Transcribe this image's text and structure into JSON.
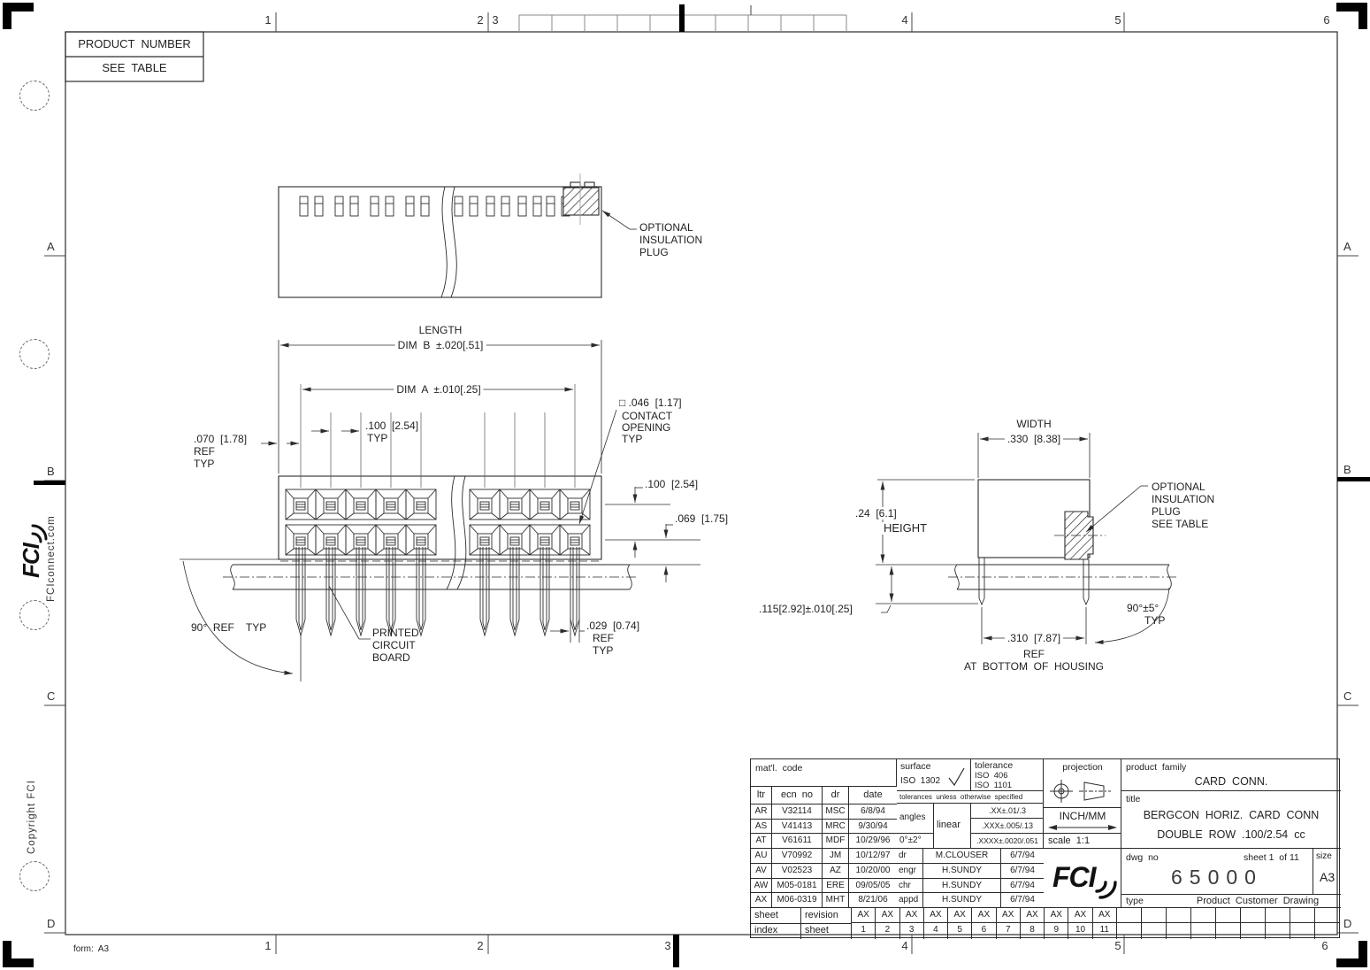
{
  "product_number": {
    "header": "PRODUCT  NUMBER",
    "value": "SEE  TABLE"
  },
  "border": {
    "zones_top": [
      "1",
      "2",
      "3",
      "4",
      "5",
      "6"
    ],
    "zones_bottom": [
      "1",
      "2",
      "3",
      "4",
      "5",
      "6"
    ],
    "rows_left": [
      "A",
      "B",
      "C",
      "D"
    ],
    "rows_right": [
      "A",
      "B",
      "C",
      "D"
    ],
    "form_label": "form:  A3"
  },
  "margin": {
    "logo": "FCI",
    "website": "FCIconnect.com",
    "copyright": "Copyright  FCI"
  },
  "top_view": {
    "plug_callout": [
      "OPTIONAL",
      "INSULATION",
      "PLUG"
    ]
  },
  "front_view": {
    "length_label": "LENGTH",
    "dim_b": "DIM  B  ±.020[.51]",
    "dim_a": "DIM  A  ±.010[.25]",
    "pitch": ".100  [2.54]",
    "pitch_typ": "TYP",
    "end_margin": ".070  [1.78]",
    "end_margin_ref": "REF",
    "end_margin_typ": "TYP",
    "contact_opening": "□ .046  [1.17]",
    "contact_opening_note": [
      "CONTACT",
      "OPENING",
      "TYP"
    ],
    "row_pitch": ".100  [2.54]",
    "row_to_seat": ".069  [1.75]",
    "angle": "90°  REF    TYP",
    "pcb_callout": [
      "PRINTED",
      "CIRCUIT",
      "BOARD"
    ],
    "tail_width": ".029  [0.74]",
    "tail_width_ref": "REF",
    "tail_width_typ": "TYP"
  },
  "side_view": {
    "width_label": "WIDTH",
    "width_dim": ".330  [8.38]",
    "height_dim": ".24  [6.1]",
    "height_label": "HEIGHT",
    "tail_below": ".115[2.92]±.010[.25]",
    "row_span": ".310  [7.87]",
    "row_span_ref": "REF",
    "row_span_note": "AT  BOTTOM  OF  HOUSING",
    "angle": "90°±5°",
    "angle_typ": "TYP",
    "plug_callout": [
      "OPTIONAL",
      "INSULATION",
      "PLUG",
      "SEE TABLE"
    ]
  },
  "title_block": {
    "matl_code_label": "mat'l.  code",
    "surface_label": "surface",
    "surface_value": "ISO  1302",
    "tolerance_label": "tolerance",
    "tolerance_values": [
      "ISO  406",
      "ISO  1101"
    ],
    "projection_label": "projection",
    "tol_note": "tolerances  unless  otherwise  specified",
    "angles_label": "angles",
    "angles_value": "0°±2°",
    "linear_label": "linear",
    "linear_tols": [
      ".XX±.01/.3",
      ".XXX±.005/.13",
      ".XXXX±.0020/.051"
    ],
    "units": "INCH/MM",
    "scale": "scale  1:1",
    "product_family_label": "product  family",
    "product_family": "CARD  CONN.",
    "title_label": "title",
    "title_line1": "BERGCON  HORIZ.  CARD  CONN",
    "title_line2": "DOUBLE  ROW  .100/2.54  cc",
    "rev_headers": [
      "ltr",
      "ecn  no",
      "dr",
      "date"
    ],
    "revisions": [
      {
        "ltr": "AR",
        "ecn": "V32114",
        "dr": "MSC",
        "date": "6/8/94"
      },
      {
        "ltr": "AS",
        "ecn": "V41413",
        "dr": "MRC",
        "date": "9/30/94"
      },
      {
        "ltr": "AT",
        "ecn": "V61611",
        "dr": "MDF",
        "date": "10/29/96"
      },
      {
        "ltr": "AU",
        "ecn": "V70992",
        "dr": "JM",
        "date": "10/12/97"
      },
      {
        "ltr": "AV",
        "ecn": "V02523",
        "dr": "AZ",
        "date": "10/20/00"
      },
      {
        "ltr": "AW",
        "ecn": "M05-0181",
        "dr": "ERE",
        "date": "09/05/05"
      },
      {
        "ltr": "AX",
        "ecn": "M06-0319",
        "dr": "MHT",
        "date": "8/21/06"
      }
    ],
    "approvals": [
      {
        "role": "dr",
        "name": "M.CLOUSER",
        "date": "6/7/94"
      },
      {
        "role": "engr",
        "name": "H.SUNDY",
        "date": "6/7/94"
      },
      {
        "role": "chr",
        "name": "H.SUNDY",
        "date": "6/7/94"
      },
      {
        "role": "appd",
        "name": "H.SUNDY",
        "date": "6/7/94"
      }
    ],
    "dwg_no_label": "dwg  no",
    "dwg_no": "65000",
    "sheet_label": "sheet 1  of 11",
    "size_label": "size",
    "size": "A3",
    "type_label": "type",
    "type_value": "Product  Customer  Drawing",
    "logo": "FCI",
    "sheet_index": {
      "row1": "sheet",
      "row2": "index",
      "col1_row1": "revision",
      "col1_row2": "sheet",
      "cols": [
        {
          "rev": "AX",
          "sheet": "1"
        },
        {
          "rev": "AX",
          "sheet": "2"
        },
        {
          "rev": "AX",
          "sheet": "3"
        },
        {
          "rev": "AX",
          "sheet": "4"
        },
        {
          "rev": "AX",
          "sheet": "5"
        },
        {
          "rev": "AX",
          "sheet": "6"
        },
        {
          "rev": "AX",
          "sheet": "7"
        },
        {
          "rev": "AX",
          "sheet": "8"
        },
        {
          "rev": "AX",
          "sheet": "9"
        },
        {
          "rev": "AX",
          "sheet": "10"
        },
        {
          "rev": "AX",
          "sheet": "11"
        }
      ]
    }
  }
}
